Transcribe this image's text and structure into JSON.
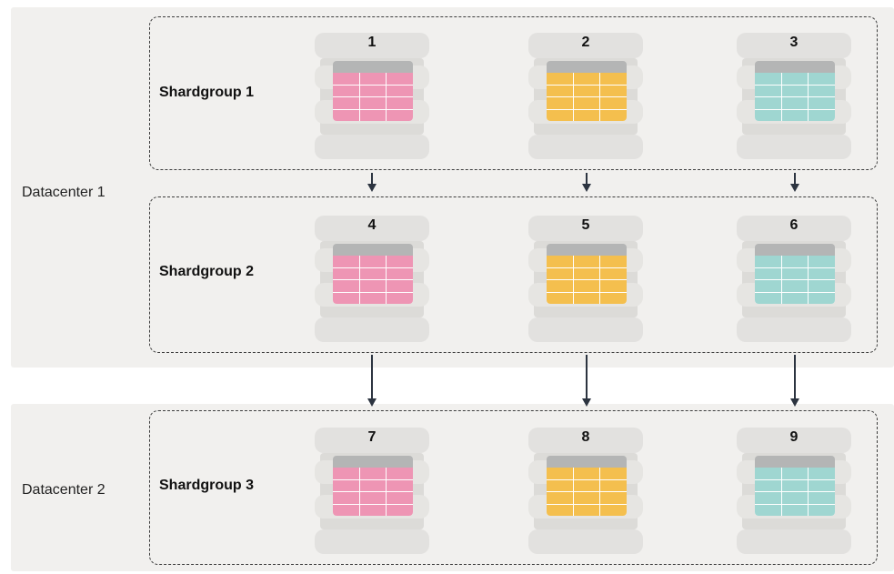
{
  "datacenters": [
    {
      "label": "Datacenter 1"
    },
    {
      "label": "Datacenter 2"
    }
  ],
  "shardgroups": [
    {
      "label": "Shardgroup 1"
    },
    {
      "label": "Shardgroup 2"
    },
    {
      "label": "Shardgroup 3"
    }
  ],
  "shards": [
    {
      "number": "1",
      "color": "#ee95b4"
    },
    {
      "number": "2",
      "color": "#f4bf4e"
    },
    {
      "number": "3",
      "color": "#9fd6d1"
    },
    {
      "number": "4",
      "color": "#ee95b4"
    },
    {
      "number": "5",
      "color": "#f4bf4e"
    },
    {
      "number": "6",
      "color": "#9fd6d1"
    },
    {
      "number": "7",
      "color": "#ee95b4"
    },
    {
      "number": "8",
      "color": "#f4bf4e"
    },
    {
      "number": "9",
      "color": "#9fd6d1"
    }
  ],
  "arrow_color": "#2c3440",
  "table_header_color": "#b4b5b5"
}
